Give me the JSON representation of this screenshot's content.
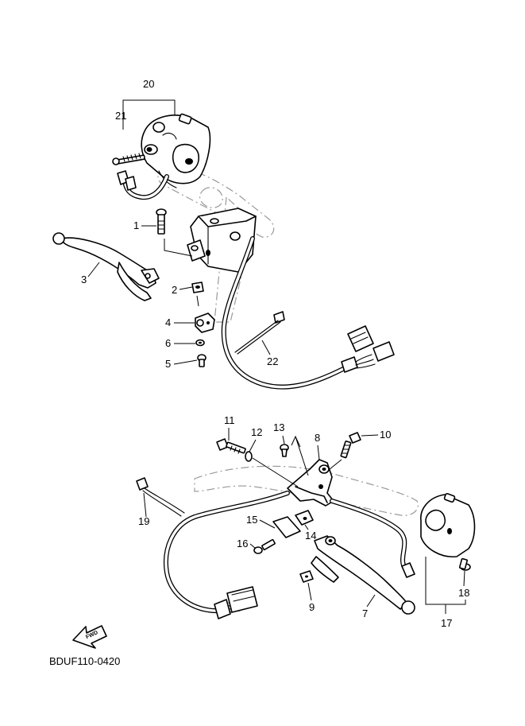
{
  "diagram_code": "BDUF110-0420",
  "direction_arrow": {
    "label": "FWD",
    "icon": "forward-direction-arrow-icon"
  },
  "callouts": {
    "c1": "1",
    "c2": "2",
    "c3": "3",
    "c4": "4",
    "c5": "5",
    "c6": "6",
    "c7": "7",
    "c8": "8",
    "c9": "9",
    "c10": "10",
    "c11": "11",
    "c12": "12",
    "c13": "13",
    "c14": "14",
    "c15": "15",
    "c16": "16",
    "c17": "17",
    "c18": "18",
    "c19": "19",
    "c20": "20",
    "c21": "21",
    "c22": "22"
  }
}
